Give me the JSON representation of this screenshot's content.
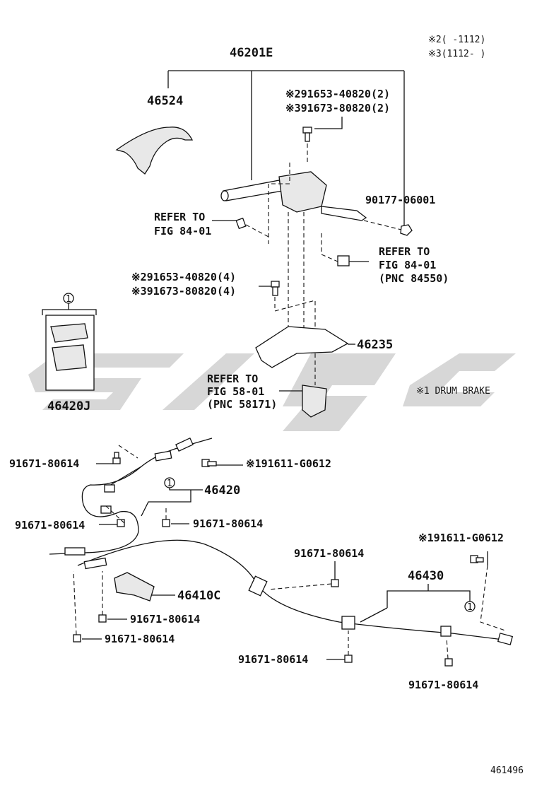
{
  "notes": {
    "note2": "※2(    -1112)",
    "note3": "※3(1112-    )",
    "drum_brake": "※1 DRUM BRAKE"
  },
  "labels": {
    "p46201E": "46201E",
    "p46524": "46524",
    "bolt_top_2": "※291653-40820(2)",
    "bolt_top_3": "※391673-80820(2)",
    "p90177": "90177-06001",
    "refer_a_1": "REFER TO",
    "refer_a_2": "FIG 84-01",
    "refer_b_1": "REFER TO",
    "refer_b_2": "FIG 84-01",
    "refer_b_3": "(PNC 84550)",
    "bolt_mid_2": "※291653-40820(4)",
    "bolt_mid_3": "※391673-80820(4)",
    "p46235": "46235",
    "refer_c_1": "REFER TO",
    "refer_c_2": "FIG 58-01",
    "refer_c_3": "(PNC 58171)",
    "p46420J": "46420J",
    "circle1": "1",
    "b91671_a": "91671-80614",
    "b91611_a": "※191611-G0612",
    "p46420": "46420",
    "b91671_b": "91671-80614",
    "b91671_c": "91671-80614",
    "b91611_b": "※191611-G0612",
    "b91671_d": "91671-80614",
    "p46430": "46430",
    "p46410C": "46410C",
    "b91671_e": "91671-80614",
    "b91671_f": "91671-80614",
    "b91671_g": "91671-80614",
    "b91671_h": "91671-80614",
    "fig_number": "461496"
  },
  "icons": [
    "bolt-icon",
    "nut-icon",
    "clip-icon",
    "cable-icon",
    "lever-icon",
    "bracket-icon"
  ]
}
